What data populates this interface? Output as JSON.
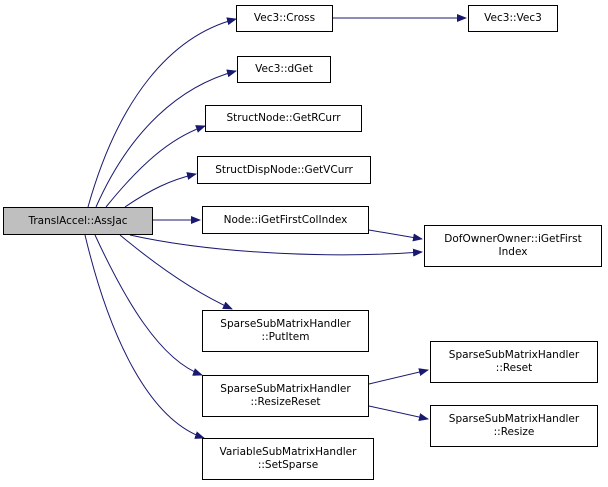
{
  "colors": {
    "edge": "#191970",
    "node_border": "#000000",
    "root_fill": "#bfbfbf",
    "node_fill": "#ffffff"
  },
  "nodes": {
    "root": {
      "lines": [
        "TranslAccel::AssJac"
      ]
    },
    "cross": {
      "lines": [
        "Vec3::Cross"
      ]
    },
    "vec3": {
      "lines": [
        "Vec3::Vec3"
      ]
    },
    "dget": {
      "lines": [
        "Vec3::dGet"
      ]
    },
    "getrcurr": {
      "lines": [
        "StructNode::GetRCurr"
      ]
    },
    "getvcurr": {
      "lines": [
        "StructDispNode::GetVCurr"
      ]
    },
    "firstcol": {
      "lines": [
        "Node::iGetFirstColIndex"
      ]
    },
    "dofowner": {
      "lines": [
        "DofOwnerOwner::iGetFirst",
        "Index"
      ]
    },
    "putitem": {
      "lines": [
        "SparseSubMatrixHandler",
        "::PutItem"
      ]
    },
    "resizereset": {
      "lines": [
        "SparseSubMatrixHandler",
        "::ResizeReset"
      ]
    },
    "reset": {
      "lines": [
        "SparseSubMatrixHandler",
        "::Reset"
      ]
    },
    "resize": {
      "lines": [
        "SparseSubMatrixHandler",
        "::Resize"
      ]
    },
    "setsparse": {
      "lines": [
        "VariableSubMatrixHandler",
        "::SetSparse"
      ]
    }
  },
  "edges": [
    [
      "root",
      "cross"
    ],
    [
      "root",
      "dget"
    ],
    [
      "root",
      "getrcurr"
    ],
    [
      "root",
      "getvcurr"
    ],
    [
      "root",
      "firstcol"
    ],
    [
      "root",
      "dofowner"
    ],
    [
      "root",
      "putitem"
    ],
    [
      "root",
      "resizereset"
    ],
    [
      "root",
      "setsparse"
    ],
    [
      "cross",
      "vec3"
    ],
    [
      "firstcol",
      "dofowner"
    ],
    [
      "resizereset",
      "reset"
    ],
    [
      "resizereset",
      "resize"
    ]
  ]
}
